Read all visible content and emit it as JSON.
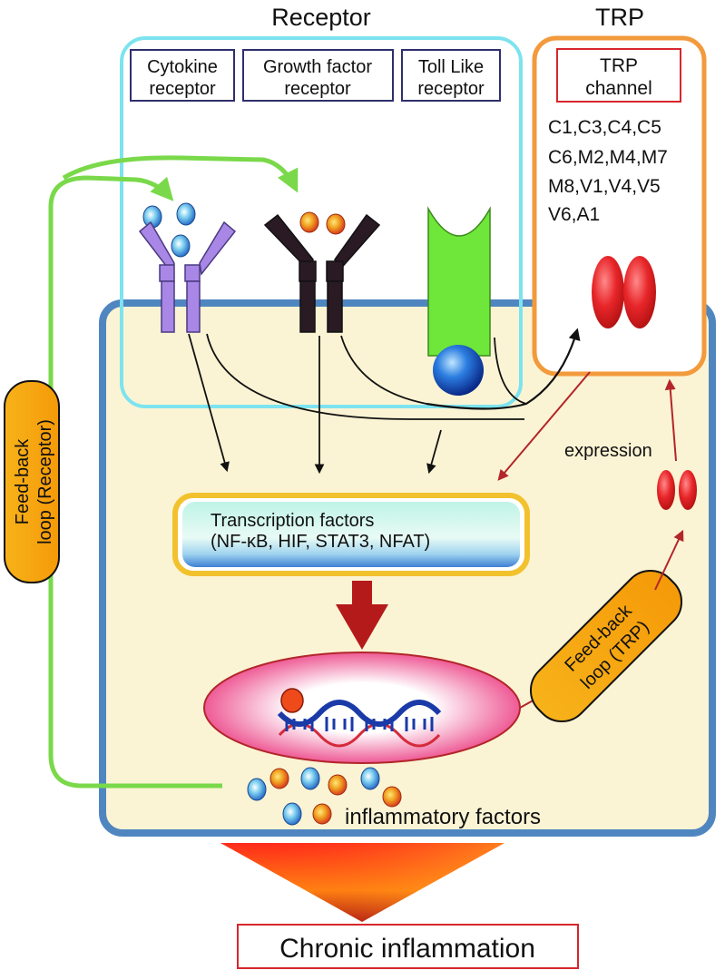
{
  "header": {
    "receptor_title": "Receptor",
    "trp_title": "TRP"
  },
  "receptors": [
    {
      "line1": "Cytokine",
      "line2": "receptor"
    },
    {
      "line1": "Growth factor",
      "line2": "receptor"
    },
    {
      "line1": "Toll Like",
      "line2": "receptor"
    }
  ],
  "trp": {
    "label_line1": "TRP",
    "label_line2": "channel",
    "subtypes": [
      "C1,C3,C4,C5",
      "C6,M2,M4,M7",
      "M8,V1,V4,V5",
      "V6,A1"
    ]
  },
  "feedback_receptor": {
    "line1": "Feed-back",
    "line2": "loop (Receptor)"
  },
  "feedback_trp": {
    "line1": "Feed-back",
    "line2": "loop (TRP)"
  },
  "transcription": {
    "line1": "Transcription factors",
    "line2": "(NF-κB, HIF, STAT3, NFAT)"
  },
  "expression_label": "expression",
  "inflammatory_label": "inflammatory factors",
  "outcome_label": "Chronic inflammation",
  "colors": {
    "cell_border": "#4f86c0",
    "cell_fill": "#fbf4d4",
    "receptor_box": "#7ce3ef",
    "trp_box": "#f29a3c",
    "feedback_arrow": "#7ad94a",
    "trp_arrow": "#b3262a",
    "label_border_receptor": "#2f2f6e",
    "label_border_trp": "#d8262c",
    "cytokine_receptor": "#a887e6",
    "growth_receptor": "#2a1a24",
    "toll_receptor": "#6fe63a",
    "trp_channel": "#e8262a",
    "feedback_pill": "#f5a00a"
  }
}
